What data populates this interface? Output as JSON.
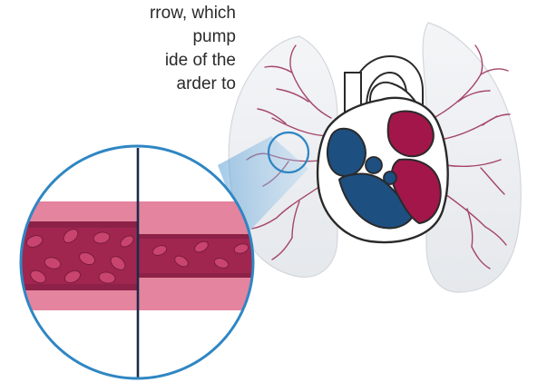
{
  "caption": {
    "lines": [
      "rrow, which",
      "pump",
      "ide of the",
      "arder to"
    ]
  },
  "colors": {
    "lung": "#eef0f3",
    "lung_outline": "#d3d7dd",
    "vessel": "#a5466a",
    "heart_red": "#a3164a",
    "heart_blue": "#1d4f80",
    "heart_outline": "#2a2a2a",
    "magnifier_outline": "#2f86c3",
    "magnifier_fill": "#7fb7e0",
    "artery_outer": "#e4849e",
    "artery_lumen": "#a02650",
    "rbc": "#c9446e",
    "divider": "#1c2a4a"
  },
  "icons": {
    "lungs": "lungs-illustration",
    "heart": "heart-illustration",
    "magnifier": "magnifier-inset-illustration"
  }
}
